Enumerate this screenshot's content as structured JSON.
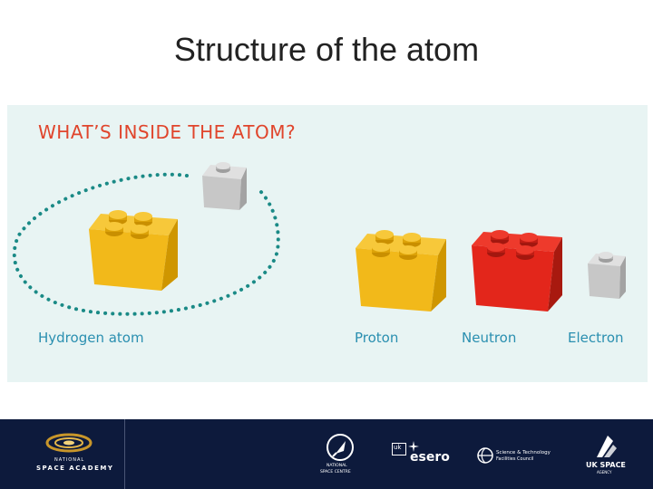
{
  "slide": {
    "title": "Structure of the atom"
  },
  "diagram": {
    "heading": "WHAT’S INSIDE THE ATOM?",
    "labels": {
      "hydrogen": "Hydrogen atom",
      "proton": "Proton",
      "neutron": "Neutron",
      "electron": "Electron"
    },
    "colors": {
      "background": "#e8f4f3",
      "heading": "#e0452c",
      "label": "#2a8fb0",
      "proton_brick": "#f2b91a",
      "neutron_brick": "#e3261b",
      "electron_brick": "#c7c7c7",
      "orbit": "#1a8a86"
    }
  },
  "footer": {
    "background": "#0d1a3c",
    "logos": {
      "national_space_academy": {
        "line1": "NATIONAL",
        "line2": "SPACE ACADEMY"
      },
      "national_space_centre": {
        "line1": "NATIONAL",
        "line2": "SPACE CENTRE"
      },
      "esero": {
        "prefix": "uk",
        "name": "esero"
      },
      "stfc": {
        "line1": "Science & Technology",
        "line2": "Facilities Council"
      },
      "uk_space_agency": {
        "line1": "UK SPACE",
        "line2": "AGENCY"
      }
    }
  }
}
